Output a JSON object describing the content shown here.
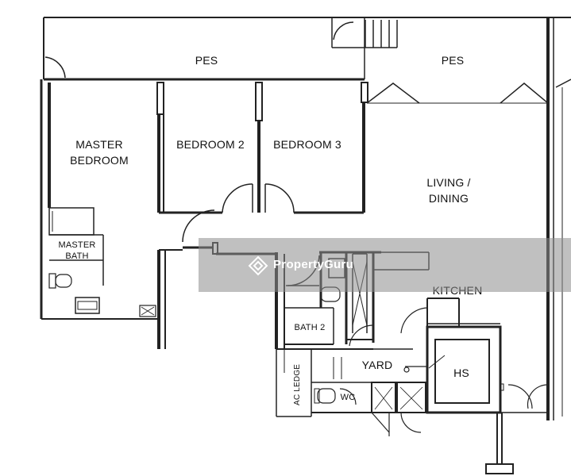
{
  "rooms": {
    "pes_left": "PES",
    "pes_right": "PES",
    "master_bedroom": "MASTER\nBEDROOM",
    "bedroom2": "BEDROOM 2",
    "bedroom3": "BEDROOM 3",
    "living_dining": "LIVING /\nDINING",
    "master_bath": "MASTER\nBATH",
    "kitchen": "KITCHEN",
    "bath2": "BATH 2",
    "yard": "YARD",
    "hs": "HS",
    "wc": "WC",
    "ac_ledge": "AC LEDGE"
  },
  "watermark": {
    "brand": "PropertyGuru",
    "icon": "propertyguru-logo-icon"
  }
}
